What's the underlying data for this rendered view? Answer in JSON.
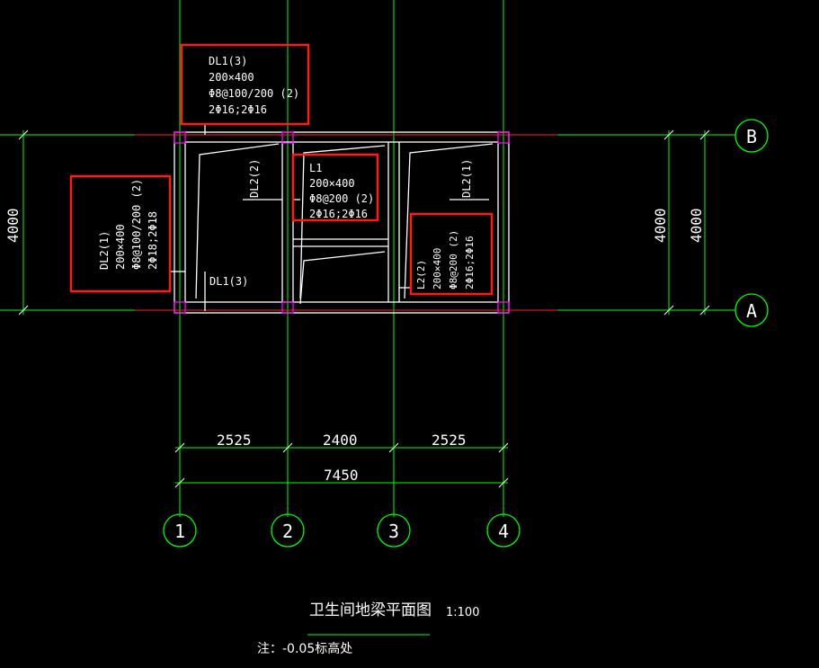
{
  "drawing": {
    "title": "卫生间地梁平面图",
    "scale": "1:100",
    "note": "注：-0.05标高处"
  },
  "axes": {
    "vertical": [
      "1",
      "2",
      "3",
      "4"
    ],
    "horizontal": [
      "A",
      "B"
    ]
  },
  "dimensions": {
    "bays": [
      "2525",
      "2400",
      "2525"
    ],
    "total": "7450",
    "left_height": "4000",
    "right_height_inner": "4000",
    "right_height_outer": "4000"
  },
  "beams": {
    "dl1_top": {
      "name": "DL1(3)",
      "size": "200×400",
      "stirrup": "Φ8@100/200 (2)",
      "bars": "2Φ16;2Φ16"
    },
    "dl2_left": {
      "name": "DL2(1)",
      "size": "200×400",
      "stirrup": "Φ8@100/200 (2)",
      "bars": "2Φ18;2Φ18"
    },
    "l1": {
      "name": "L1",
      "size": "200×400",
      "stirrup": "Φ8@200 (2)",
      "bars": "2Φ16;2Φ16"
    },
    "l2": {
      "name": "L2(2)",
      "size": "200×400",
      "stirrup": "Φ8@200 (2)",
      "bars": "2Φ16;2Φ16"
    },
    "tags": {
      "dl2_2": "DL2(2)",
      "dl2_1": "DL2(1)",
      "dl1_bottom": "DL1(3)"
    }
  },
  "colors": {
    "grid": "#00ff00",
    "highlight": "#ff1a1a",
    "column": "#ff00ff",
    "text": "#ffffff",
    "background": "#000000"
  }
}
